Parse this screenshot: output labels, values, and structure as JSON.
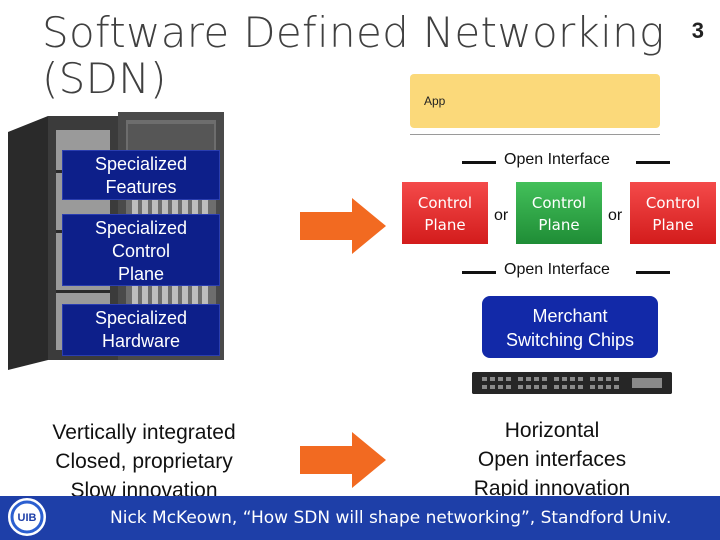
{
  "slide": {
    "title_line1": "Software Defined Networking",
    "title_line2": "(SDN)",
    "number": "3"
  },
  "app": {
    "label": "App"
  },
  "left": {
    "features": "Specialized Features",
    "control_line1": "Specialized",
    "control_line2": "Control",
    "control_line3": "Plane",
    "hardware_line1": "Specialized",
    "hardware_line2": "Hardware",
    "bottom_line1": "Vertically integrated",
    "bottom_line2": "Closed, proprietary",
    "bottom_line3": "Slow innovation"
  },
  "right": {
    "open_interface_top": "Open Interface",
    "open_interface_bottom": "Open Interface",
    "control_planes": [
      {
        "line1": "Control",
        "line2": "Plane",
        "color": "#e02a2a"
      },
      {
        "line1": "Control",
        "line2": "Plane",
        "color": "#2fa84a"
      },
      {
        "line1": "Control",
        "line2": "Plane",
        "color": "#e02a2a"
      }
    ],
    "or_label": "or",
    "merchant_line1": "Merchant",
    "merchant_line2": "Switching Chips",
    "bottom_line1": "Horizontal",
    "bottom_line2": "Open interfaces",
    "bottom_line3": "Rapid innovation"
  },
  "footer": {
    "citation": "Nick McKeown, “How SDN will shape networking”, Standford Univ.",
    "logo_text": "UIB"
  },
  "colors": {
    "blue_box": "#0d1f8a",
    "arrow": "#f26a21",
    "footer": "#1e3fa8",
    "app": "#fbd97a"
  }
}
